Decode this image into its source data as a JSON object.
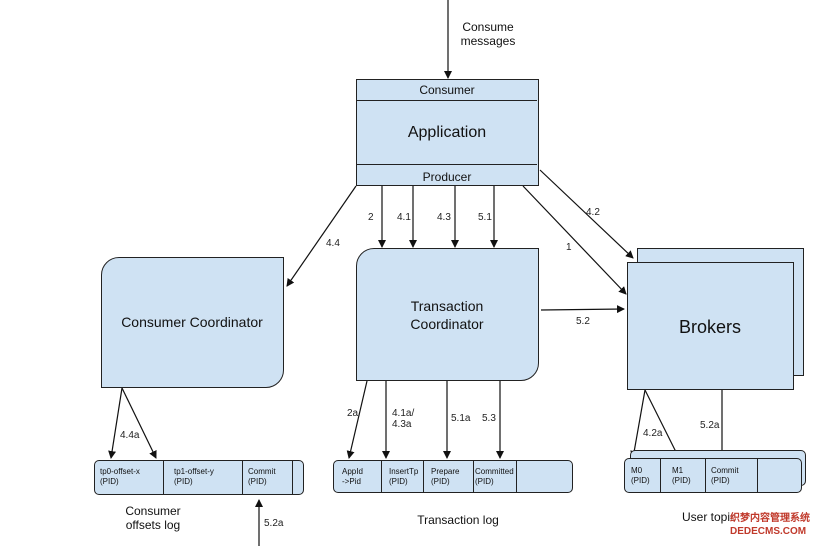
{
  "top_label": "Consume\nmessages",
  "app": {
    "consumer": "Consumer",
    "application": "Application",
    "producer": "Producer"
  },
  "consumer_coordinator": "Consumer Coordinator",
  "transaction_coordinator": "Transaction\nCoordinator",
  "brokers": "Brokers",
  "arrows": {
    "a2": "2",
    "a41": "4.1",
    "a43": "4.3",
    "a51": "5.1",
    "a44": "4.4",
    "a42": "4.2",
    "a1": "1",
    "a52": "5.2",
    "a44a": "4.4a",
    "a2a": "2a",
    "a41a43a": "4.1a/\n4.3a",
    "a51a": "5.1a",
    "a53": "5.3",
    "a42a": "4.2a",
    "a52a_r": "5.2a",
    "a52a_b": "5.2a"
  },
  "offsets_log": {
    "cells": [
      "tp0-offset-x\n(PID)",
      "tp1-offset-y\n(PID)",
      "Commit\n(PID)"
    ],
    "caption": "Consumer\noffsets log"
  },
  "transaction_log": {
    "cells": [
      "AppId\n->Pid",
      "InsertTp\n(PID)",
      "Prepare\n(PID)",
      "Committed\n(PID)"
    ],
    "caption": "Transaction log"
  },
  "user_topic": {
    "cells": [
      "M0\n(PID)",
      "M1\n(PID)",
      "Commit\n(PID)"
    ],
    "caption": "User topic"
  },
  "watermark": "织梦内容管理系统\nDEDECMS.COM"
}
